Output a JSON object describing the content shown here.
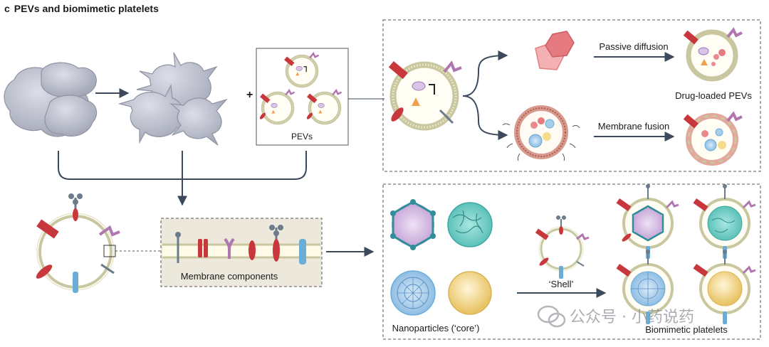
{
  "panel": {
    "letter": "c",
    "title": "PEVs and biomimetic platelets"
  },
  "labels": {
    "pevs": "PEVs",
    "plus": "+",
    "passive_diffusion": "Passive diffusion",
    "membrane_fusion": "Membrane fusion",
    "drug_loaded_pevs": "Drug-loaded PEVs",
    "membrane_components": "Membrane components",
    "shell": "‘Shell’",
    "nanoparticles_core": "Nanoparticles (‘core’)",
    "biomimetic_platelets": "Biomimetic platelets"
  },
  "watermark": {
    "icon": "wechat-icon",
    "text": "公众号 · 小药说药"
  },
  "colors": {
    "platelet_fill": "#b9bcc9",
    "platelet_stroke": "#8f93a3",
    "membrane": "#c9c79f",
    "receptor_red": "#c8373b",
    "receptor_purple": "#b076b0",
    "receptor_blue": "#6aaed8",
    "arrow": "#3d4a5c",
    "drug_pink": "#e88a8e",
    "teal_core": "#7fd1cb",
    "blue_core": "#a8cdea",
    "yellow_core": "#f4dc8c",
    "purple_core": "#d9c3e6",
    "panel_bg": "#ece8dc"
  }
}
